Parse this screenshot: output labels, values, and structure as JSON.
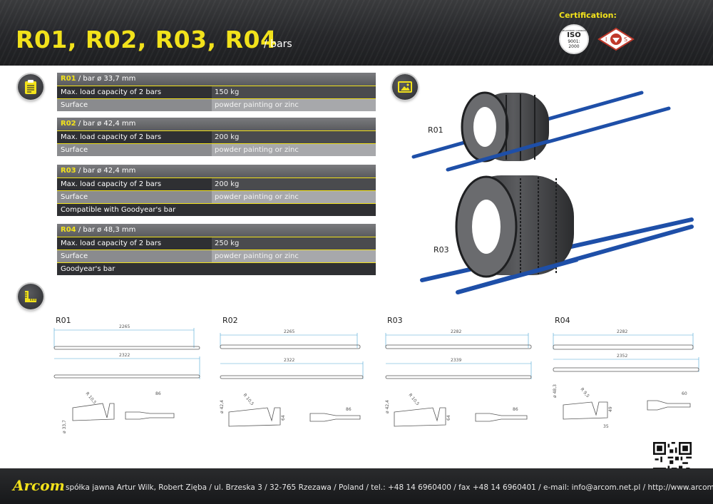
{
  "header": {
    "title": "R01, R02, R03, R04",
    "subtitle": "/ bars",
    "certification_label": "Certification:",
    "iso": {
      "name": "ISO",
      "number": "9001:",
      "year": "2000",
      "ring_text": "REGISTERED COMPANY"
    },
    "ios": {
      "left": "I",
      "right": "S"
    }
  },
  "products": [
    {
      "code": "R01",
      "desc": "/ bar ø 33,7 mm",
      "rows": [
        {
          "label": "Max. load capacity of 2 bars",
          "value": "150 kg"
        },
        {
          "label": "Surface",
          "value": "powder painting or zinc"
        }
      ],
      "note": ""
    },
    {
      "code": "R02",
      "desc": "/ bar ø 42,4 mm",
      "rows": [
        {
          "label": "Max. load capacity of 2 bars",
          "value": "200 kg"
        },
        {
          "label": "Surface",
          "value": "powder painting or zinc"
        }
      ],
      "note": ""
    },
    {
      "code": "R03",
      "desc": "/ bar ø 42,4 mm",
      "rows": [
        {
          "label": "Max. load capacity of 2 bars",
          "value": "200 kg"
        },
        {
          "label": "Surface",
          "value": "powder painting or zinc"
        }
      ],
      "note": "Compatible with Goodyear's bar"
    },
    {
      "code": "R04",
      "desc": "/ bar ø 48,3 mm",
      "rows": [
        {
          "label": "Max. load capacity of 2 bars",
          "value": "250 kg"
        },
        {
          "label": "Surface",
          "value": "powder painting or zinc"
        }
      ],
      "note": "Goodyear's bar"
    }
  ],
  "photo": {
    "label_top": "R01",
    "label_bottom": "R03"
  },
  "drawings": [
    {
      "code": "R01",
      "top": "2265",
      "bottom": "2322",
      "radius": "R 10,5",
      "dia": "ø 33,7",
      "tip": "86",
      "h": ""
    },
    {
      "code": "R02",
      "top": "2265",
      "bottom": "2322",
      "radius": "R 10,5",
      "dia": "ø 42,4",
      "tip": "86",
      "h": "64"
    },
    {
      "code": "R03",
      "top": "2282",
      "bottom": "2339",
      "radius": "R 10,5",
      "dia": "ø 42,4",
      "tip": "86",
      "h": "64"
    },
    {
      "code": "R04",
      "top": "2282",
      "bottom": "2352",
      "radius": "R 9,5",
      "dia": "ø 48,3",
      "tip": "60",
      "h": "49",
      "w": "35"
    }
  ],
  "footer": {
    "logo": "Arcom",
    "address": "spółka jawna Artur Wilk, Robert Zięba / ul. Brzeska 3 / 32-765 Rzezawa / Poland / tel.: +48 14 6960400 / fax +48 14 6960401 / e-mail: info@arcom.net.pl / http://www.arcom.net.pl"
  },
  "colors": {
    "accent": "#f2e21b",
    "bar_blue": "#1e4fa8",
    "dark": "#2f3033"
  }
}
